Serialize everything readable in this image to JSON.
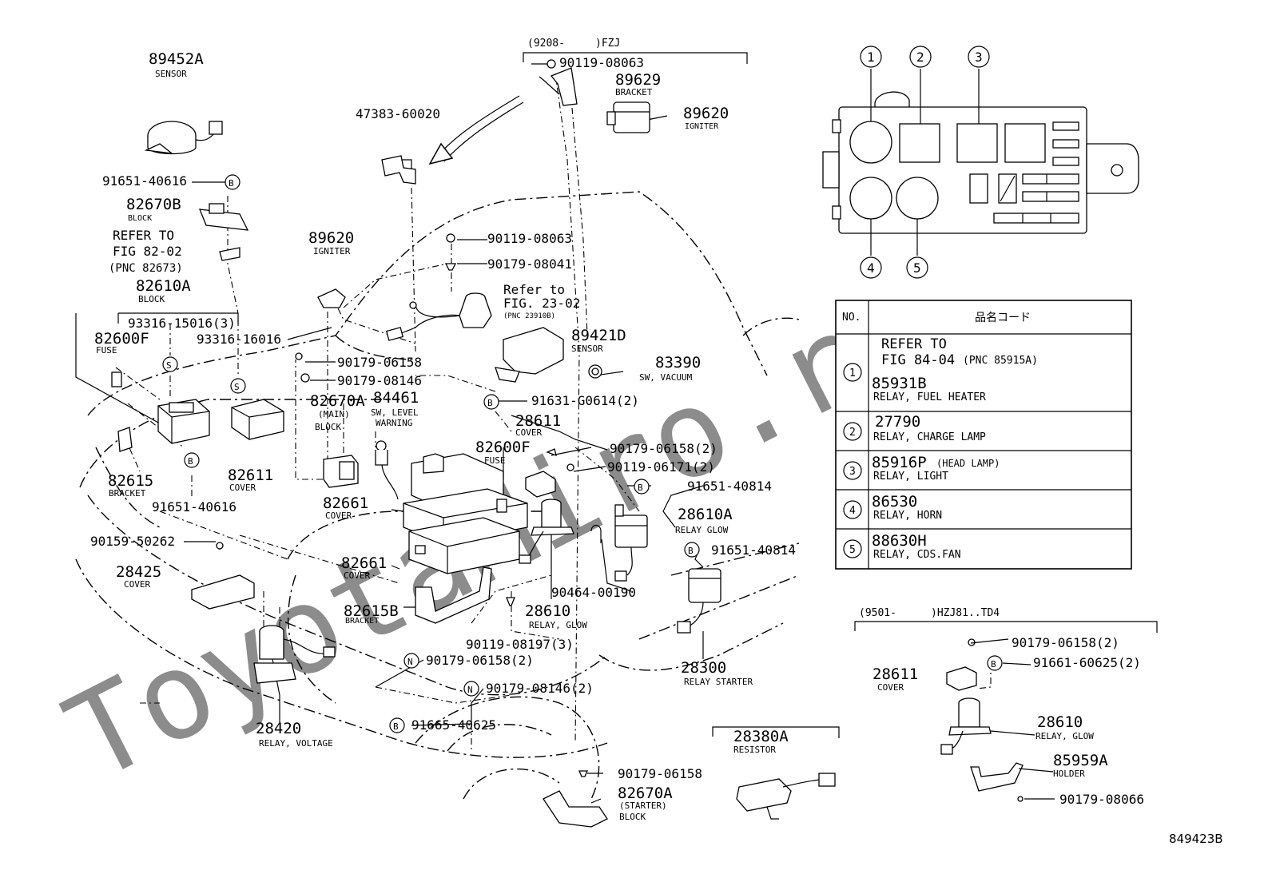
{
  "watermark": "ToyotaMiro.ru",
  "page_code": "849423B",
  "fzj_bracket": {
    "date": "(9208-",
    "model": ")FZJ"
  },
  "hzj_bracket": {
    "date": "(9501-",
    "model": ")HZJ81..TD4"
  },
  "parts": [
    {
      "id": "89452A",
      "pn": "89452A",
      "desc": "SENSOR"
    },
    {
      "id": "91651-40616a",
      "pn": "91651-40616"
    },
    {
      "id": "82670B",
      "pn": "82670B",
      "desc": "BLOCK"
    },
    {
      "id": "refer82",
      "line1": "REFER TO",
      "line2": "FIG 82-02",
      "line3": "(PNC 82673)"
    },
    {
      "id": "82610A",
      "pn": "82610A",
      "desc": "BLOCK"
    },
    {
      "id": "93316-15016",
      "pn": "93316-15016(3)"
    },
    {
      "id": "82600F-a",
      "pn": "82600F",
      "desc": "FUSE"
    },
    {
      "id": "93316-16016",
      "pn": "93316-16016"
    },
    {
      "id": "82615",
      "pn": "82615",
      "desc": "BRACKET"
    },
    {
      "id": "91651-40616b",
      "pn": "91651-40616"
    },
    {
      "id": "82611",
      "pn": "82611",
      "desc": "COVER"
    },
    {
      "id": "90159-50262",
      "pn": "90159-50262"
    },
    {
      "id": "28425",
      "pn": "28425",
      "desc": "COVER"
    },
    {
      "id": "28420",
      "pn": "28420",
      "desc": "RELAY, VOLTAGE"
    },
    {
      "id": "90179-06158n",
      "pn": "90179-06158(2)"
    },
    {
      "id": "90179-08146n",
      "pn": "90179-08146(2)"
    },
    {
      "id": "91665-40625",
      "pn": "91665-40625"
    },
    {
      "id": "47383-60020",
      "pn": "47383-60020"
    },
    {
      "id": "89620-a",
      "pn": "89620",
      "desc": "IGNITER"
    },
    {
      "id": "90119-08063b",
      "pn": "90119-08063"
    },
    {
      "id": "90179-08041",
      "pn": "90179-08041"
    },
    {
      "id": "refer23",
      "line1": "Refer to",
      "line2": "FIG. 23-02",
      "line3": "(PNC 23910B)"
    },
    {
      "id": "90179-06158a",
      "pn": "90179-06158"
    },
    {
      "id": "90179-08146a",
      "pn": "90179-08146"
    },
    {
      "id": "82670A-main",
      "pn": "82670A",
      "desc": "(MAIN)",
      "desc2": "BLOCK"
    },
    {
      "id": "84461",
      "pn": "84461",
      "desc": "SW, LEVEL",
      "desc2": "WARNING"
    },
    {
      "id": "82661a",
      "pn": "82661",
      "desc": "COVER"
    },
    {
      "id": "82661b",
      "pn": "82661",
      "desc": "COVER"
    },
    {
      "id": "82615B",
      "pn": "82615B",
      "desc": "BRACKET"
    },
    {
      "id": "90119-08063a",
      "pn": "90119-08063"
    },
    {
      "id": "89629",
      "pn": "89629",
      "desc": "BRACKET"
    },
    {
      "id": "89620-b",
      "pn": "89620",
      "desc": "IGNITER"
    },
    {
      "id": "89421D",
      "pn": "89421D",
      "desc": "SENSOR"
    },
    {
      "id": "83390",
      "pn": "83390",
      "desc": "SW, VACUUM"
    },
    {
      "id": "91631-G0614",
      "pn": "91631-G0614(2)"
    },
    {
      "id": "28611a",
      "pn": "28611",
      "desc": "COVER"
    },
    {
      "id": "82600F-b",
      "pn": "82600F",
      "desc": "FUSE"
    },
    {
      "id": "90179-06158b",
      "pn": "90179-06158(2)"
    },
    {
      "id": "90119-06171",
      "pn": "90119-06171(2)"
    },
    {
      "id": "91651-40814a",
      "pn": "91651-40814"
    },
    {
      "id": "28610A",
      "pn": "28610A",
      "desc": "RELAY GLOW"
    },
    {
      "id": "91651-40814b",
      "pn": "91651-40814"
    },
    {
      "id": "90464-00190",
      "pn": "90464-00190"
    },
    {
      "id": "28610a",
      "pn": "28610",
      "desc": "RELAY, GLOW"
    },
    {
      "id": "90119-08197",
      "pn": "90119-08197(3)"
    },
    {
      "id": "28300",
      "pn": "28300",
      "desc": "RELAY STARTER"
    },
    {
      "id": "90179-06158c",
      "pn": "90179-06158"
    },
    {
      "id": "82670A-starter",
      "pn": "82670A",
      "desc": "(STARTER)",
      "desc2": "BLOCK"
    },
    {
      "id": "28380A",
      "pn": "28380A",
      "desc": "RESISTOR"
    },
    {
      "id": "90179-06158d",
      "pn": "90179-06158(2)"
    },
    {
      "id": "91661-60625",
      "pn": "91661-60625(2)"
    },
    {
      "id": "28611b",
      "pn": "28611",
      "desc": "COVER"
    },
    {
      "id": "28610b",
      "pn": "28610",
      "desc": "RELAY, GLOW"
    },
    {
      "id": "85959A",
      "pn": "85959A",
      "desc": "HOLDER"
    },
    {
      "id": "90179-08066",
      "pn": "90179-08066"
    }
  ],
  "relay_block_positions": [
    "1",
    "2",
    "3",
    "4",
    "5"
  ],
  "legend_table": {
    "header_no": "NO.",
    "header_code": "品名コード",
    "rows": [
      {
        "no": "1",
        "line1": "REFER TO",
        "line2": "FIG 84-04",
        "line2b": "(PNC 85915A)",
        "pn": "85931B",
        "desc": "RELAY, FUEL HEATER"
      },
      {
        "no": "2",
        "pn": "27790",
        "desc": "RELAY, CHARGE LAMP"
      },
      {
        "no": "3",
        "pn": "85916P",
        "note": "(HEAD LAMP)",
        "desc": "RELAY, LIGHT"
      },
      {
        "no": "4",
        "pn": "86530",
        "desc": "RELAY, HORN"
      },
      {
        "no": "5",
        "pn": "88630H",
        "desc": "RELAY, CDS.FAN"
      }
    ]
  },
  "bullet_letters": {
    "b": "B",
    "s": "S",
    "n": "N"
  }
}
